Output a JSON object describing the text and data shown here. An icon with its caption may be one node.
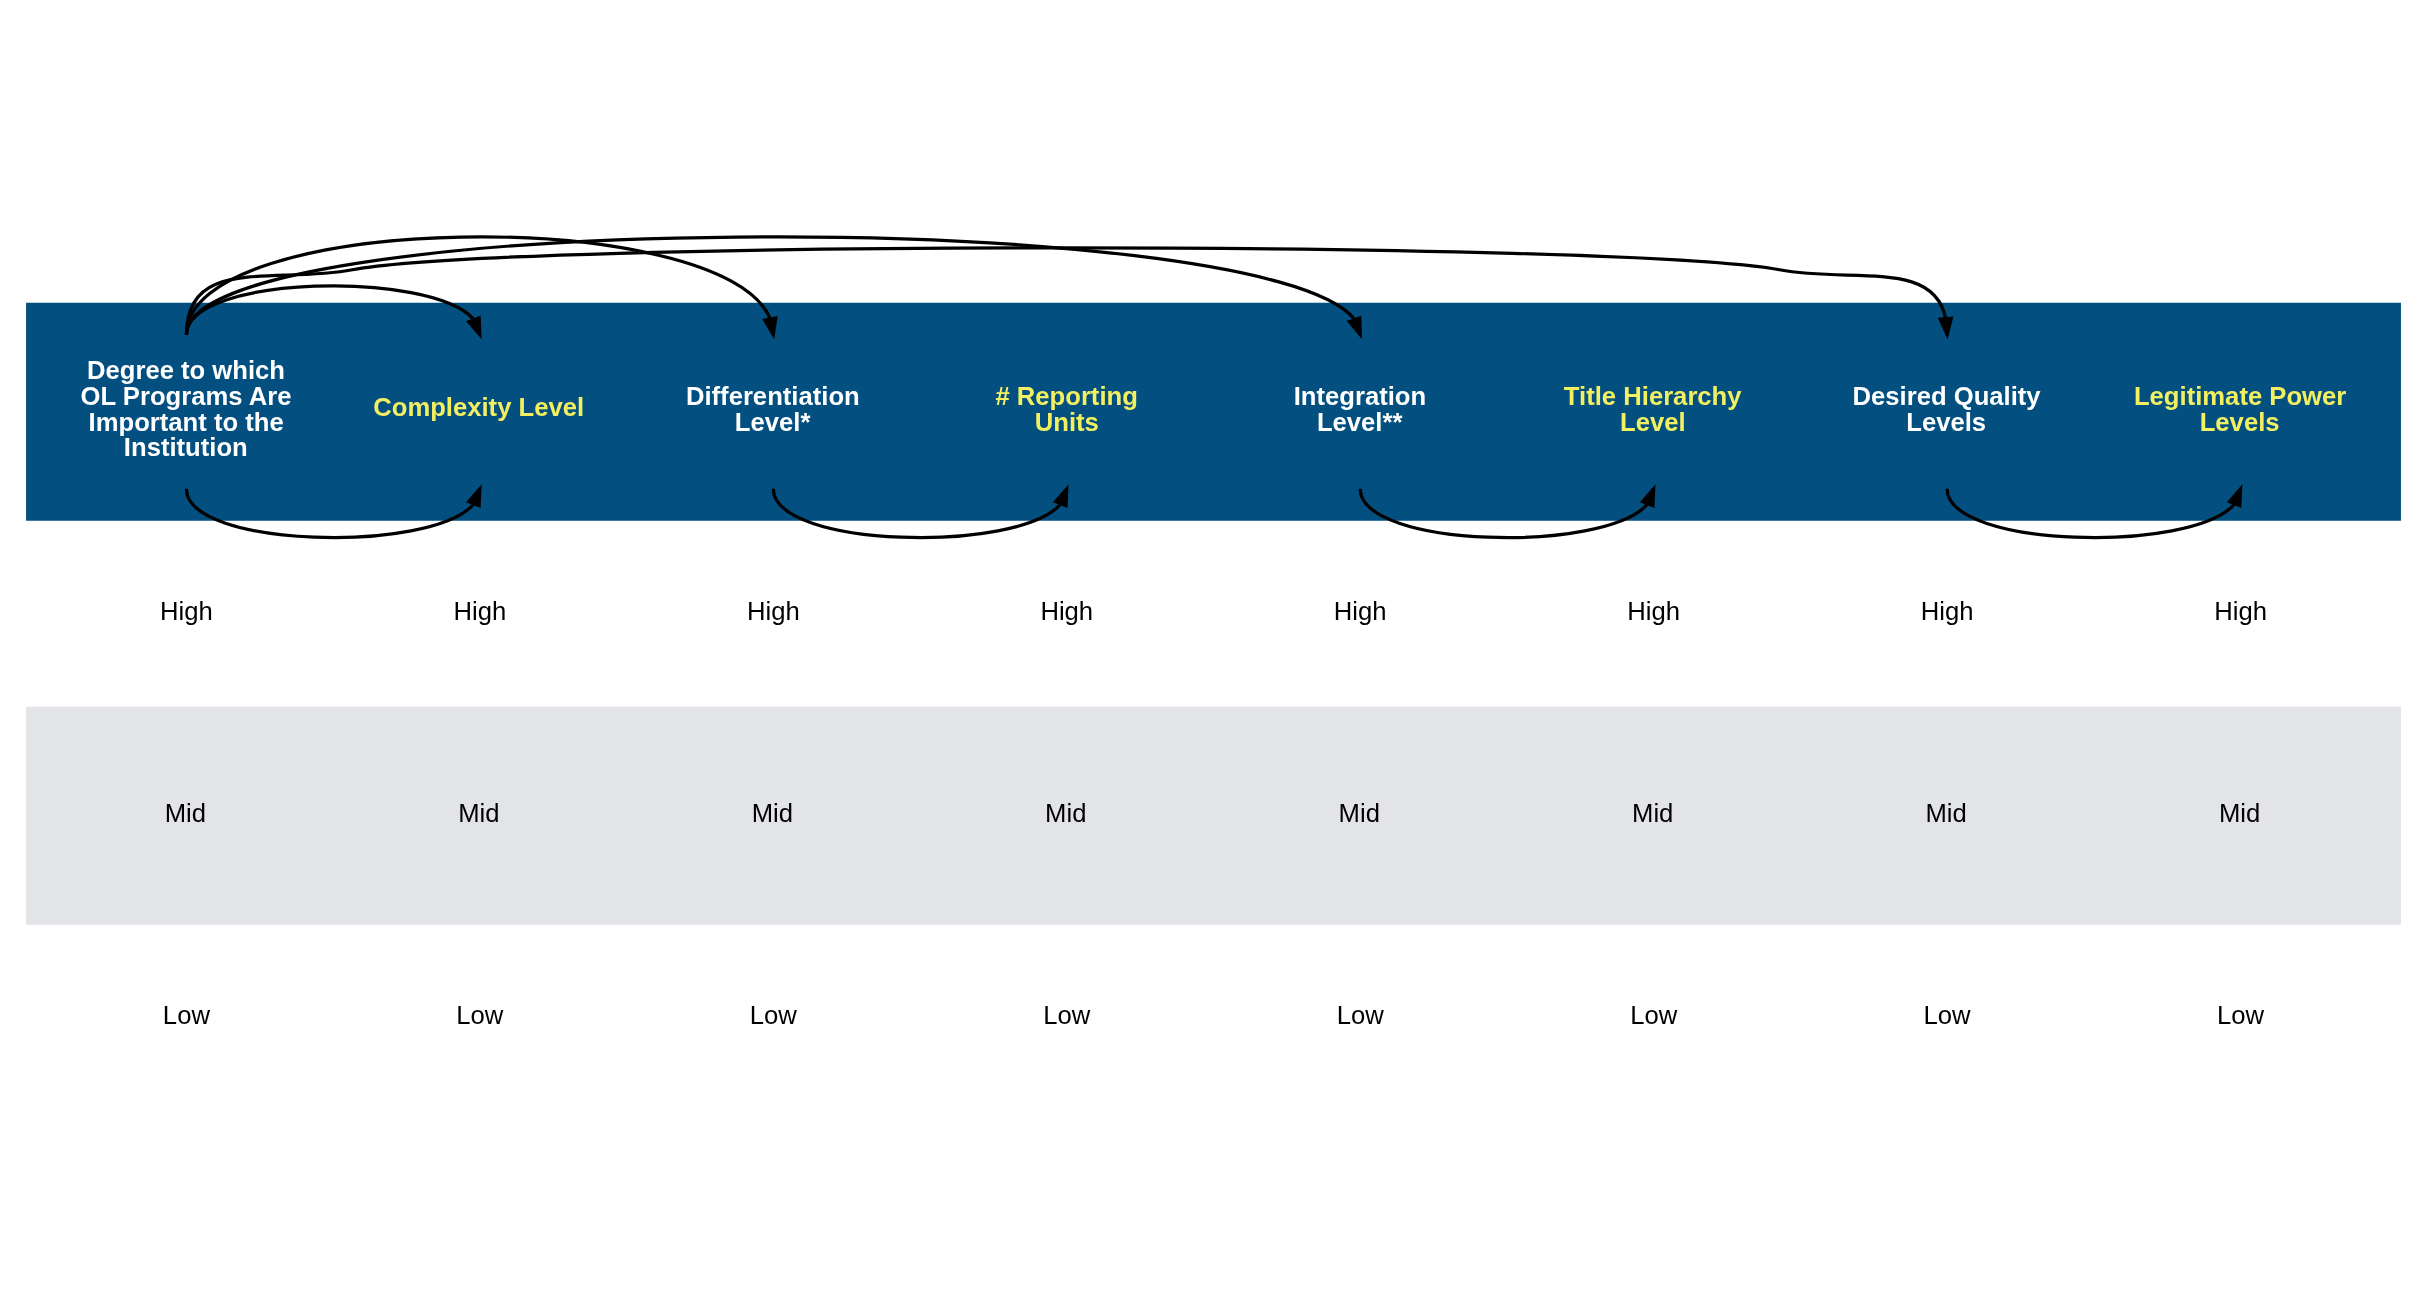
{
  "diagram": {
    "nodes": [
      {
        "text": [],
        "shape": "band"
      },
      {
        "text": [
          "Degree to which OL Programs Are Important to the Institution"
        ],
        "in": 0
      },
      {
        "text": [
          "Complexity Level"
        ],
        "in": 0
      },
      {
        "text": [
          "Differentiation Level*"
        ],
        "in": 0
      },
      {
        "text": [
          "# Reporting Units"
        ],
        "in": 0
      },
      {
        "text": [
          "Integration Level**"
        ],
        "in": 0
      },
      {
        "text": [
          "Title Hierarchy Level"
        ],
        "in": 0
      },
      {
        "text": [
          "Desired Quality Levels"
        ],
        "in": 0
      },
      {
        "text": [
          "Legitimate Power Levels"
        ],
        "in": 0
      },
      {
        "text": [],
        "shape": "band"
      },
      {
        "text": [
          "Mid"
        ],
        "in": 9
      },
      {
        "text": [
          "Mid"
        ],
        "in": 9
      },
      {
        "text": [
          "Mid"
        ],
        "in": 9
      },
      {
        "text": [
          "Mid"
        ],
        "in": 9
      },
      {
        "text": [
          "Mid"
        ],
        "in": 9
      },
      {
        "text": [
          "Mid"
        ],
        "in": 9
      },
      {
        "text": [
          "Mid"
        ],
        "in": 9
      },
      {
        "text": [
          "Mid"
        ],
        "in": 9
      }
    ],
    "edges": [
      {
        "from": 1,
        "to": 2,
        "arrow": "to"
      },
      {
        "from": 1,
        "to": 3,
        "arrow": "to"
      },
      {
        "from": 1,
        "to": 5,
        "arrow": "to"
      },
      {
        "from": 1,
        "to": 7,
        "arrow": "to"
      },
      {
        "from": 1,
        "to": 2,
        "arrow": "to"
      },
      {
        "from": 3,
        "to": 4,
        "arrow": "to"
      },
      {
        "from": 5,
        "to": 6,
        "arrow": "to"
      },
      {
        "from": 7,
        "to": 8,
        "arrow": "to"
      }
    ],
    "labels": [
      "High",
      "High",
      "High",
      "High",
      "High",
      "High",
      "High",
      "High",
      "Low",
      "Low",
      "Low",
      "Low",
      "Low",
      "Low",
      "Low",
      "Low"
    ]
  }
}
